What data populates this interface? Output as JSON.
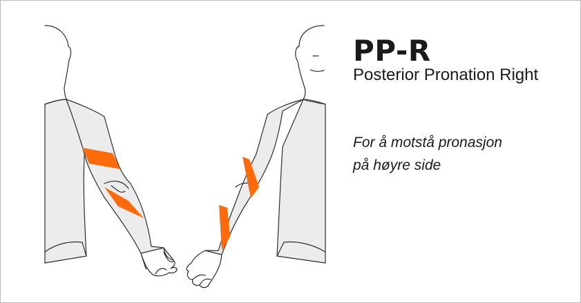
{
  "header": {
    "code": "PP-R",
    "name": "Posterior Pronation Right"
  },
  "description": {
    "line1": "For å motstå pronasjon",
    "line2": "på høyre side"
  },
  "colors": {
    "tape": "#ff6a0b",
    "skin": "#ececec",
    "outline": "#2b2b2b"
  }
}
